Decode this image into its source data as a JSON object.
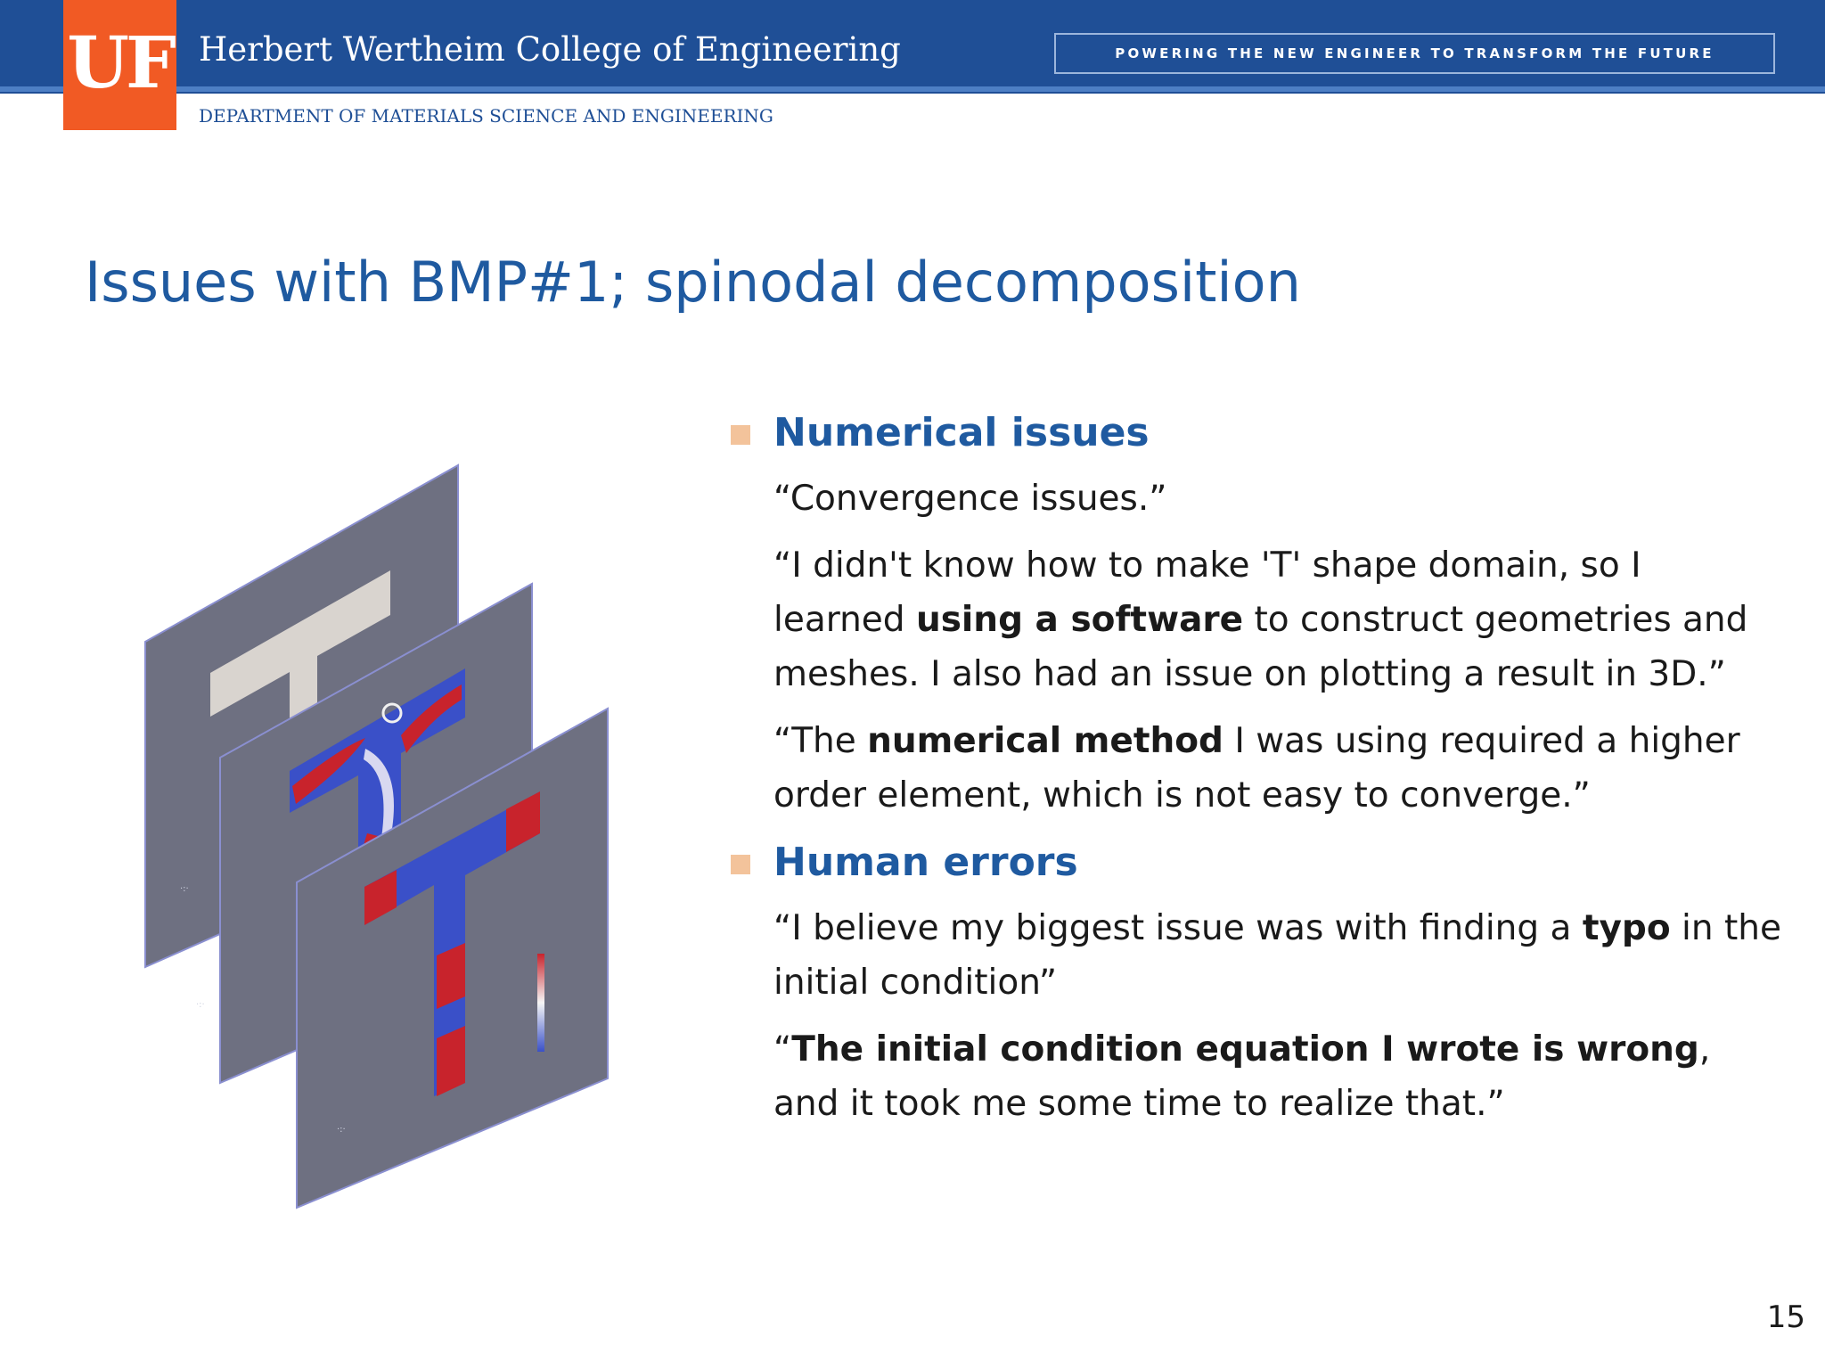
{
  "header": {
    "logo_text": "UF",
    "college_name": "Herbert Wertheim College of Engineering",
    "tagline": "POWERING THE NEW ENGINEER TO TRANSFORM THE FUTURE",
    "department": "DEPARTMENT OF MATERIALS SCIENCE AND ENGINEERING"
  },
  "title": "Issues with BMP#1; spinodal decomposition",
  "sections": [
    {
      "heading": "Numerical issues",
      "quotes": [
        {
          "parts": [
            "“Convergence issues.”"
          ]
        },
        {
          "parts": [
            "“I didn't know how to make 'T' shape domain, so I learned ",
            "using a software",
            " to construct geometries and meshes. I also had an issue on plotting a result in 3D.”"
          ]
        },
        {
          "parts": [
            "“The ",
            "numerical method",
            " I was using required a higher order element, which is not easy to converge.”"
          ]
        }
      ]
    },
    {
      "heading": "Human errors",
      "quotes": [
        {
          "parts": [
            "“I believe my biggest issue was with finding a ",
            "typo",
            " in the initial condition”"
          ]
        },
        {
          "parts": [
            "“",
            "The initial condition equation I wrote is wrong",
            ", and it took me some time to realize that.”"
          ]
        }
      ]
    }
  ],
  "page_number": "15",
  "colors": {
    "header_blue": "#1f4f96",
    "uf_orange": "#f15a24",
    "title_blue": "#1f5aa0",
    "bullet_marker": "#f3c39b",
    "panel_gray": "#6e7081",
    "field_red": "#c8232c",
    "field_blue": "#3a50c8"
  }
}
